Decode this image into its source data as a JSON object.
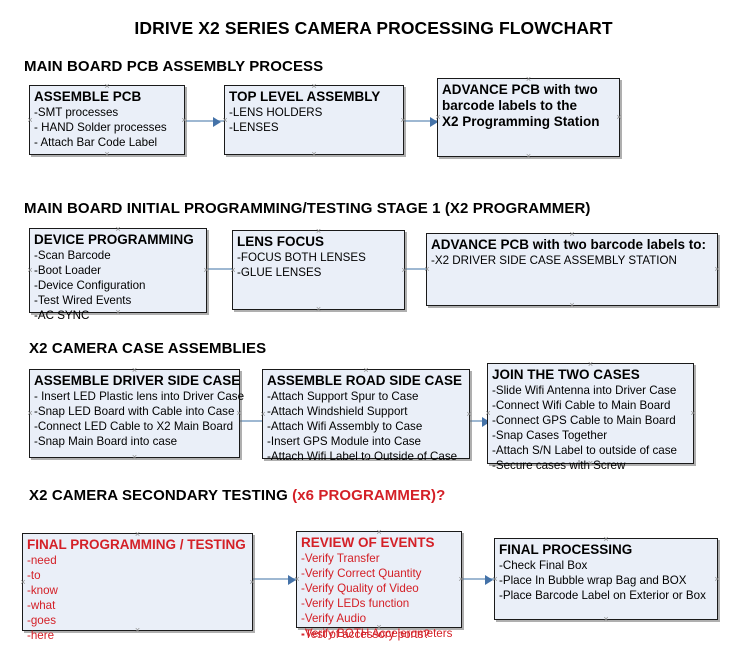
{
  "title": "IDRIVE X2  SERIES CAMERA PROCESSING FLOWCHART",
  "sections": [
    {
      "heading": "MAIN BOARD PCB ASSEMBLY PROCESS",
      "nodes": [
        {
          "header": "ASSEMBLE PCB",
          "lines": [
            "-SMT processes",
            "- HAND Solder processes",
            "- Attach Bar Code Label"
          ]
        },
        {
          "header": "TOP LEVEL ASSEMBLY",
          "lines": [
            "-LENS HOLDERS",
            "-LENSES"
          ]
        },
        {
          "header": "ADVANCE PCB with two",
          "lines": [
            "barcode labels to the",
            " X2 Programming Station"
          ]
        }
      ]
    },
    {
      "heading": "MAIN BOARD INITIAL PROGRAMMING/TESTING STAGE 1 (X2 PROGRAMMER)",
      "nodes": [
        {
          "header": "DEVICE PROGRAMMING",
          "lines": [
            "-Scan Barcode",
            "-Boot Loader",
            "-Device Configuration",
            "-Test Wired Events",
            "-AC SYNC"
          ]
        },
        {
          "header": "LENS FOCUS",
          "lines": [
            "-FOCUS BOTH LENSES",
            "-GLUE LENSES"
          ]
        },
        {
          "header": "ADVANCE PCB with two barcode labels to:",
          "lines": [
            "-X2 DRIVER  SIDE  CASE  ASSEMBLY STATION"
          ]
        }
      ]
    },
    {
      "heading": "X2 CAMERA CASE ASSEMBLIES",
      "nodes": [
        {
          "header": "ASSEMBLE DRIVER SIDE CASE",
          "lines": [
            "- Insert LED Plastic lens into Driver Case",
            "-Snap LED Board with Cable into Case",
            "-Connect LED Cable to X2 Main Board",
            "-Snap Main Board into case"
          ]
        },
        {
          "header": "ASSEMBLE ROAD SIDE CASE",
          "lines": [
            "-Attach Support Spur to Case",
            "-Attach Windshield Support",
            "-Attach Wifi Assembly to Case",
            "-Insert GPS Module into Case",
            "-Attach Wifi Label to Outside of Case"
          ]
        },
        {
          "header": "JOIN THE TWO CASES",
          "lines": [
            "-Slide Wifi Antenna into Driver Case",
            "-Connect Wifi Cable to Main Board",
            "-Connect GPS Cable to Main Board",
            "-Snap Cases Together",
            "-Attach S/N Label to outside of case",
            "-Secure cases with Screw"
          ]
        }
      ]
    },
    {
      "heading": "X2 CAMERA SECONDARY TESTING ",
      "heading_red": "(x6 PROGRAMMER)?",
      "nodes": [
        {
          "header": "FINAL PROGRAMMING / TESTING",
          "lines": [
            "-need",
            "-to",
            "-know",
            "-what",
            "-goes",
            "-here"
          ]
        },
        {
          "header": "REVIEW OF EVENTS",
          "lines": [
            "-Verify Transfer",
            "-Verify Correct Quantity",
            "-Verify Quality of Video",
            "-Verify LEDs function",
            "-Verify Audio",
            "-Verify BOTH Accelerometers"
          ],
          "overflow_line": "-Test of accessory ports?"
        },
        {
          "header": "FINAL PROCESSING",
          "lines": [
            " -Check Final Box",
            "-Place In Bubble wrap Bag and BOX",
            "-Place Barcode Label on Exterior or Box"
          ]
        }
      ]
    }
  ],
  "colors": {
    "node_fill": "#eaeff8",
    "node_border": "#1a1a1a",
    "connector": "#9eb8d2",
    "arrow": "#4472a8",
    "red_text": "#d42027"
  }
}
